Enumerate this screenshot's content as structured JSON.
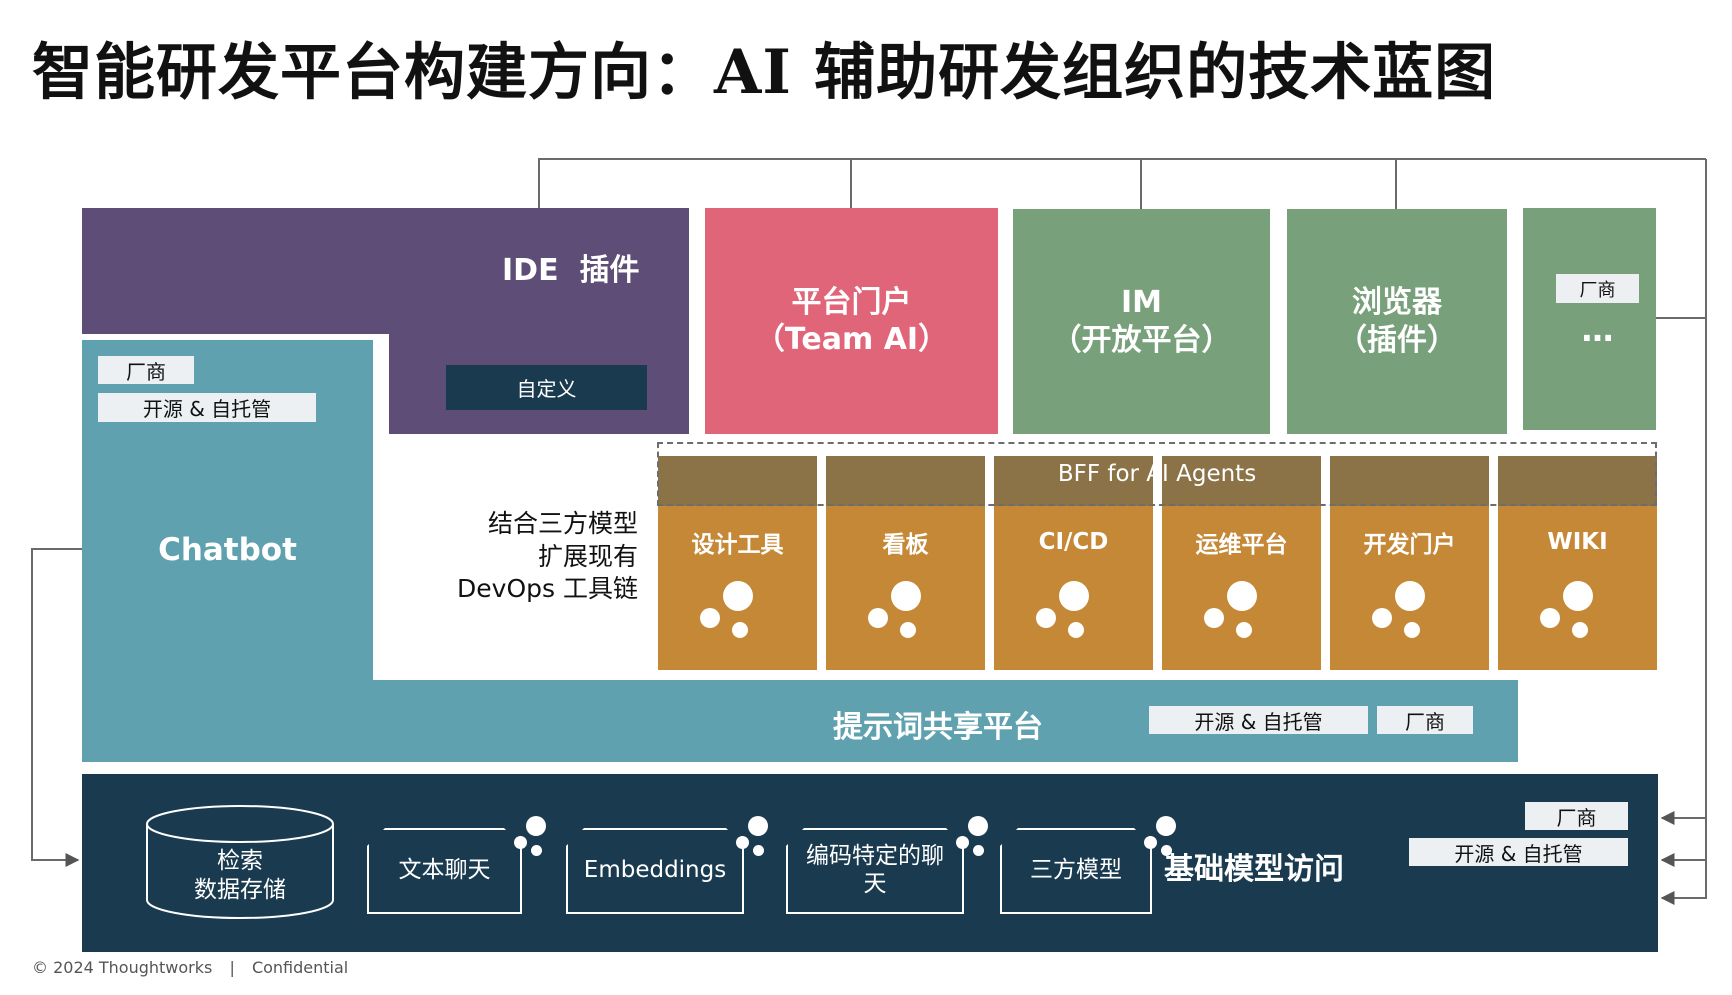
{
  "title": "智能研发平台构建方向：AI 辅助研发组织的技术蓝图",
  "ide": {
    "label": "IDE  插件",
    "tag": "自定义"
  },
  "portal": {
    "line1": "平台门户",
    "line2": "（Team AI）"
  },
  "im": {
    "line1": "IM",
    "line2": "（开放平台）"
  },
  "browser": {
    "line1": "浏览器",
    "line2": "（插件）"
  },
  "more": {
    "tag": "厂商",
    "label": "…"
  },
  "chatbot": {
    "label": "Chatbot",
    "tag_vendor": "厂商",
    "tag_open": "开源 & 自托管"
  },
  "bff": {
    "label": "BFF for AI Agents"
  },
  "devops_text": {
    "line1": "结合三方模型",
    "line2": "扩展现有",
    "line3": "DevOps 工具链"
  },
  "tools": [
    "设计工具",
    "看板",
    "CI/CD",
    "运维平台",
    "开发门户",
    "WIKI"
  ],
  "prompt_platform": {
    "label": "提示词共享平台",
    "tag_open": "开源 & 自托管",
    "tag_vendor": "厂商"
  },
  "foundation": {
    "label": "基础模型访问",
    "tag_vendor": "厂商",
    "tag_open": "开源 & 自托管",
    "storage_line1": "检索",
    "storage_line2": "数据存储",
    "models": [
      "文本聊天",
      "Embeddings",
      "编码特定的聊天",
      "三方模型"
    ]
  },
  "footer": {
    "copyright": "© 2024 Thoughtworks",
    "sep": "|",
    "confidential": "Confidential"
  },
  "colors": {
    "purple": "#5e4e77",
    "pink": "#e16579",
    "green": "#77a07b",
    "teal": "#5fa1ae",
    "navy": "#1a3b4f",
    "mustard": "#c48836",
    "bff": "#8b7347"
  }
}
